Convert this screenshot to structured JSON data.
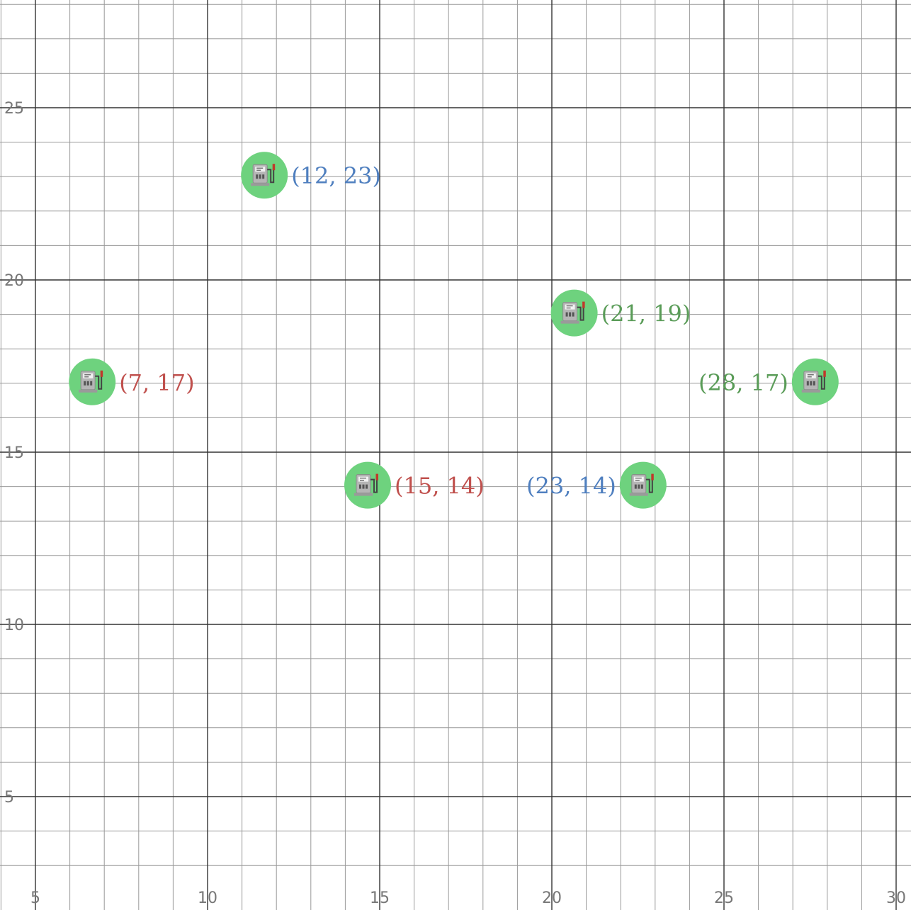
{
  "chart_data": {
    "type": "scatter",
    "title": "",
    "xlabel": "",
    "ylabel": "",
    "xlim": [
      4,
      30.5
    ],
    "ylim": [
      2.5,
      28
    ],
    "x_ticks": [
      5,
      10,
      15,
      20,
      25,
      30
    ],
    "y_ticks": [
      5,
      10,
      15,
      20,
      25
    ],
    "tick_labels": {
      "x": [
        "5",
        "10",
        "15",
        "20",
        "25",
        "30"
      ],
      "y": [
        "5",
        "10",
        "15",
        "20",
        "25"
      ]
    },
    "major_grid_step": 5,
    "minor_grid_step": 1,
    "grid": true,
    "marker_icon": "fuel-pump-icon",
    "marker_color": "#6ed27e",
    "points": [
      {
        "x": 12,
        "y": 23,
        "label": "(12, 23)",
        "color": "#4f7fbf",
        "label_side": "right"
      },
      {
        "x": 7,
        "y": 17,
        "label": "(7, 17)",
        "color": "#c0504d",
        "label_side": "right"
      },
      {
        "x": 21,
        "y": 19,
        "label": "(21, 19)",
        "color": "#5a9c58",
        "label_side": "right"
      },
      {
        "x": 28,
        "y": 17,
        "label": "(28, 17)",
        "color": "#5a9c58",
        "label_side": "left"
      },
      {
        "x": 15,
        "y": 14,
        "label": "(15, 14)",
        "color": "#c0504d",
        "label_side": "right"
      },
      {
        "x": 23,
        "y": 14,
        "label": "(23, 14)",
        "color": "#4f7fbf",
        "label_side": "left"
      }
    ]
  }
}
